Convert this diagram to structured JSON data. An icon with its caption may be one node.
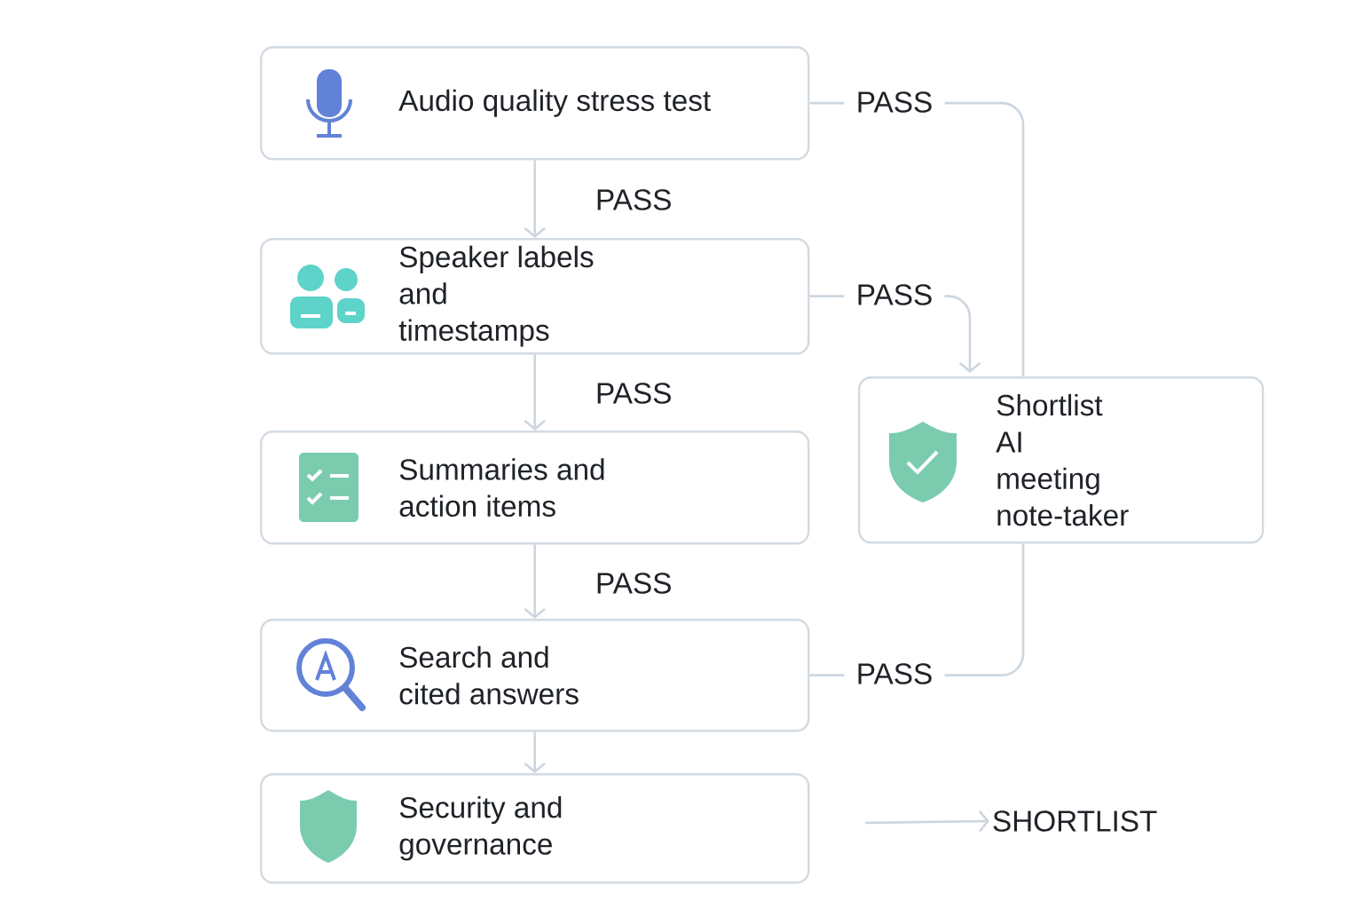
{
  "diagram": {
    "nodes": [
      {
        "text": [
          "Audio quality stress test"
        ]
      },
      {
        "text": [
          "Speaker labels and timestamps"
        ]
      },
      {
        "text": [
          "Summaries and action items"
        ]
      },
      {
        "text": [
          "Search and cited answers"
        ]
      },
      {
        "text": [
          "Security and governance"
        ]
      },
      {
        "text": [
          "Shortlist AI meeting note-taker"
        ]
      },
      {
        "text": [
          "SHORTLIST"
        ]
      }
    ],
    "edges": [
      {
        "from": 0,
        "to": 1,
        "arrow": "to",
        "label": "PASS"
      },
      {
        "from": 1,
        "to": 2,
        "arrow": "to",
        "label": "PASS"
      },
      {
        "from": 2,
        "to": 3,
        "arrow": "to",
        "label": "PASS"
      },
      {
        "from": 3,
        "to": 4,
        "arrow": "to"
      },
      {
        "from": 0,
        "to": 5,
        "arrow": "none",
        "label": "PASS"
      },
      {
        "from": 1,
        "to": 5,
        "arrow": "to",
        "label": "PASS"
      },
      {
        "from": 3,
        "to": 5,
        "arrow": "none",
        "label": "PASS"
      },
      {
        "from": null,
        "to": 6,
        "arrow": "to"
      }
    ]
  }
}
